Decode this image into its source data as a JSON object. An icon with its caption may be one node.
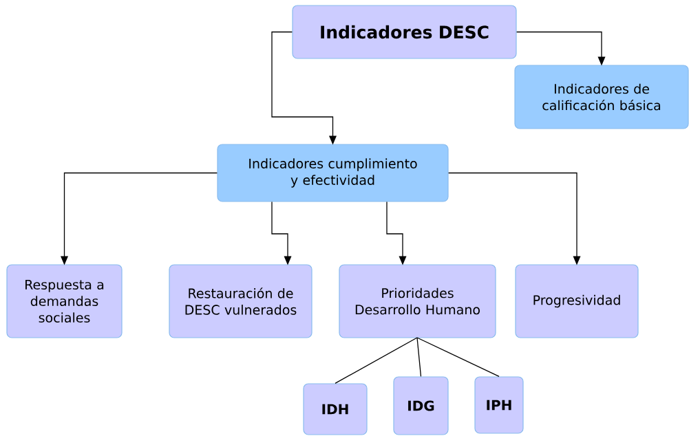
{
  "diagram": {
    "nodes": [
      {
        "text": [
          "Indicadores DESC"
        ]
      },
      {
        "text": [
          "Indicadores de calificación básica"
        ]
      },
      {
        "text": [
          "Indicadores cumplimiento y efectividad"
        ]
      },
      {
        "text": [
          "Respuesta a demandas sociales"
        ]
      },
      {
        "text": [
          "Restauración de DESC vulnerados"
        ]
      },
      {
        "text": [
          "Prioridades Desarrollo Humano"
        ]
      },
      {
        "text": [
          "Progresividad"
        ]
      },
      {
        "text": [
          "IDH"
        ]
      },
      {
        "text": [
          "IDG"
        ]
      },
      {
        "text": [
          "IPH"
        ]
      }
    ],
    "edges": [
      {
        "from": 0,
        "to": 1,
        "arrow": "to"
      },
      {
        "from": 0,
        "to": 2,
        "arrow": "to"
      },
      {
        "from": 2,
        "to": 3,
        "arrow": "to"
      },
      {
        "from": 2,
        "to": 4,
        "arrow": "to"
      },
      {
        "from": 2,
        "to": 5,
        "arrow": "to"
      },
      {
        "from": 2,
        "to": 6,
        "arrow": "to"
      },
      {
        "from": 5,
        "to": 7,
        "arrow": "none"
      },
      {
        "from": 5,
        "to": 8,
        "arrow": "none"
      },
      {
        "from": 5,
        "to": 9,
        "arrow": "none"
      }
    ]
  }
}
